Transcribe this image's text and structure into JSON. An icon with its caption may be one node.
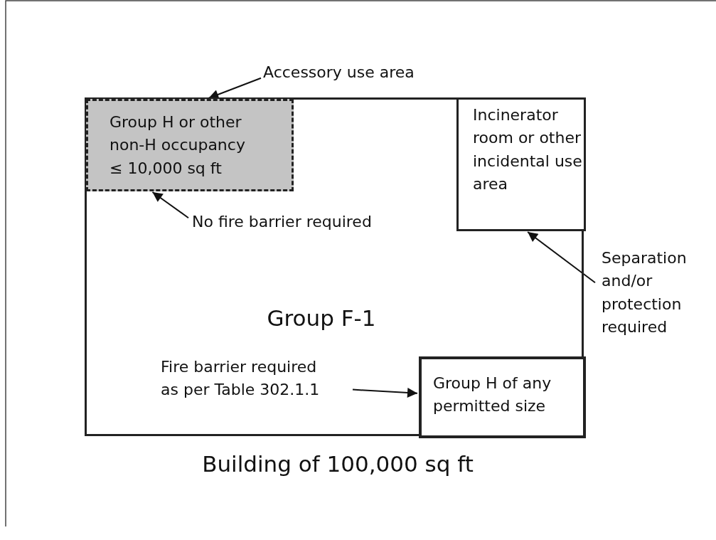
{
  "diagram": {
    "caption": "Building of 100,000 sq ft",
    "nodes": [
      {
        "text": [
          "Group F-1"
        ]
      },
      {
        "text": [
          "Group H or other non-H occupancy ≤ 10,000 sq ft"
        ],
        "in": 0
      },
      {
        "text": [
          "Incinerator room or other incidental use area"
        ],
        "in": 0
      },
      {
        "text": [
          "Group H of any permitted size"
        ],
        "in": 0
      },
      {
        "text": [
          "Accessory use area"
        ]
      },
      {
        "text": [
          "No fire barrier required"
        ],
        "in": 0
      },
      {
        "text": [
          "Separation and/or protection required"
        ]
      },
      {
        "text": [
          "Fire barrier required as per Table 302.1.1"
        ],
        "in": 0
      }
    ],
    "edges": [
      {
        "from": 4,
        "to": 1,
        "arrow": "to"
      },
      {
        "from": 5,
        "to": 1,
        "arrow": "to"
      },
      {
        "from": 6,
        "to": 2,
        "arrow": "to"
      },
      {
        "from": 7,
        "to": 3,
        "arrow": "to"
      }
    ]
  }
}
